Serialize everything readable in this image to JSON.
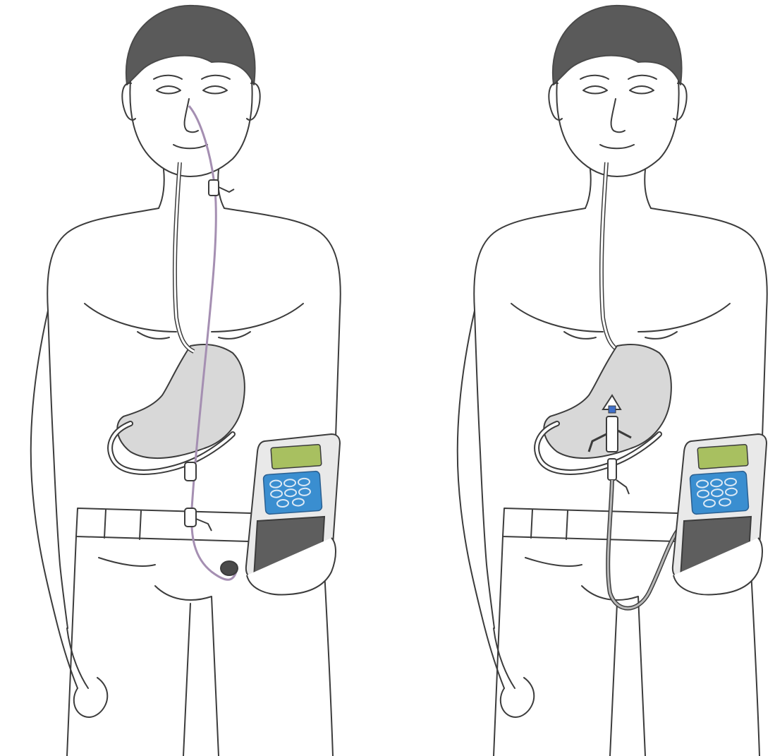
{
  "figures": [
    {
      "id": "nasojejunal",
      "tube_route": "nose-to-jejunum",
      "tube_color": "#a58fb2",
      "device": "feeding-pump"
    },
    {
      "id": "gastrojejunal",
      "tube_route": "abdominal-port-to-jejunum",
      "tube_color": "#b8b8b8",
      "device": "feeding-pump"
    }
  ],
  "colors": {
    "outline": "#3c3c3c",
    "hair": "#5a5a5a",
    "organ_fill": "#d8d8d8",
    "pump_body": "#5e5e5e",
    "pump_screen": "#a8c060",
    "pump_keypad": "#3a8ed0",
    "port_accent": "#3f6fc8"
  },
  "icons": {
    "pump_keypad": "keypad-icon",
    "clamp": "clamp-icon",
    "connector": "connector-icon"
  }
}
